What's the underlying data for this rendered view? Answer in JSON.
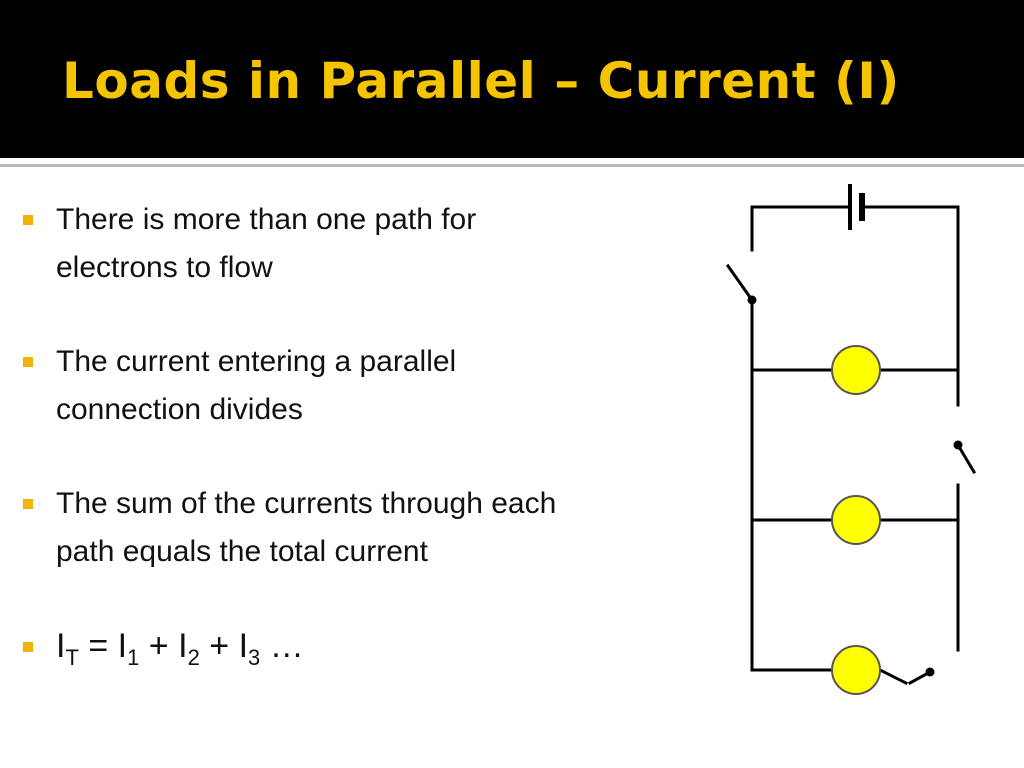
{
  "slide": {
    "title": "Loads in Parallel – Current (I)",
    "bullets": [
      {
        "line1": "There is more than one path for",
        "line2": "electrons to flow"
      },
      {
        "line1": "The current entering a parallel",
        "line2": "connection divides"
      },
      {
        "line1": "The sum of the currents through each",
        "line2": "path equals the total current"
      }
    ],
    "formula": {
      "total": "I",
      "total_sub": "T",
      "eq": " = ",
      "t1": "I",
      "t1_sub": "1",
      "plus": " + ",
      "t2": "I",
      "t2_sub": "2",
      "t3": "I",
      "t3_sub": "3",
      "tail": " …"
    }
  },
  "colors": {
    "title_bg": "#000000",
    "title_text": "#f5c400",
    "bullet_marker": "#f0b400",
    "bulb": "#ffff00"
  },
  "icons": [
    "battery-icon",
    "switch-icon",
    "bulb-icon"
  ]
}
